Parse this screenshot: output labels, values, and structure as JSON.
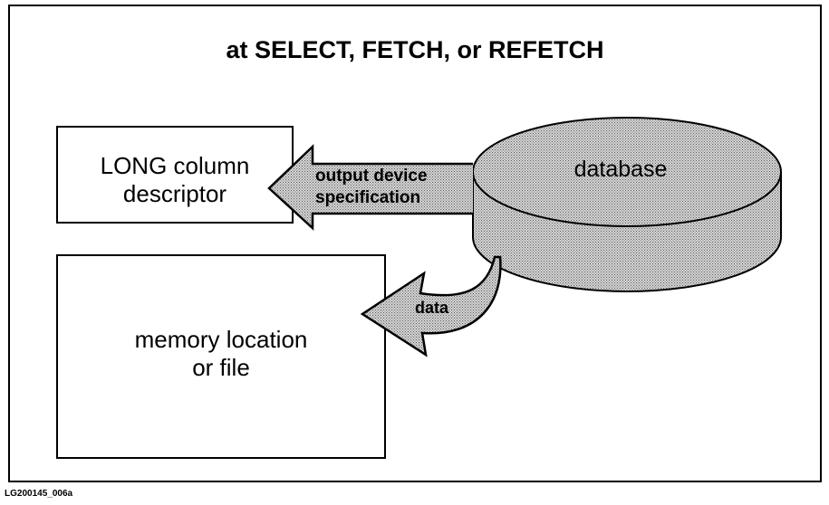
{
  "diagram": {
    "title": "at SELECT, FETCH, or REFETCH",
    "descriptor_box": {
      "line1": "LONG column",
      "line2": "descriptor"
    },
    "memory_box": {
      "line1": "memory location",
      "line2": "or file"
    },
    "database": {
      "label": "database"
    },
    "output_arrow": {
      "line1": "output device",
      "line2": "specification"
    },
    "data_arrow": {
      "label": "data"
    },
    "figure_code": "LG200145_006a"
  }
}
